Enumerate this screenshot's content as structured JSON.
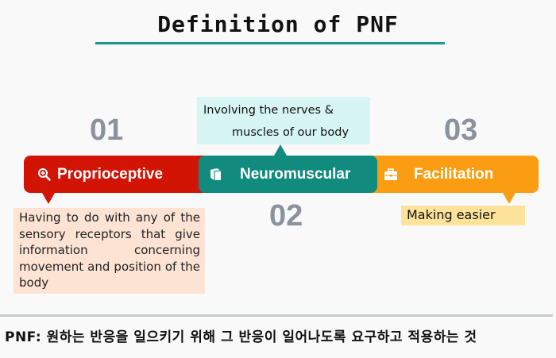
{
  "title": "Definition of PNF",
  "colors": {
    "accent": "#1a9a8e",
    "red": "#d21405",
    "teal": "#108b7e",
    "orange": "#fb9d12",
    "number_gray": "#8a939d",
    "peach": "#fde3d3",
    "light_teal": "#d7f5f2",
    "yellow": "#fde39a"
  },
  "steps": [
    {
      "number": "01",
      "label": "Proprioceptive",
      "icon": "zoom-in-icon",
      "description": "Having to do with any of the sensory receptors that give information concerning movement and position of the body"
    },
    {
      "number": "02",
      "label": "Neuromuscular",
      "icon": "book-icon",
      "description_lines": [
        "Involving the nerves &",
        "muscles of our body"
      ]
    },
    {
      "number": "03",
      "label": "Facilitation",
      "icon": "briefcase-icon",
      "description": "Making easier"
    }
  ],
  "footer": "PNF: 원하는 반응을 일으키기 위해 그 반응이 일어나도록 요구하고 적용하는 것"
}
